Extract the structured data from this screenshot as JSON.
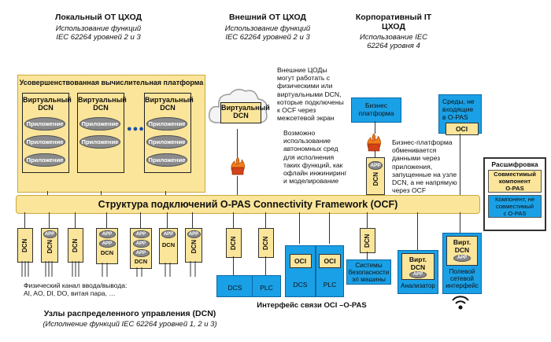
{
  "headers": {
    "local": {
      "title": "Локальный ОТ ЦХОД",
      "sub1": "Использование функций",
      "sub2": "IEC 62264 уровней 2 и 3"
    },
    "external": {
      "title": "Внешний ОТ ЦХОД",
      "sub1": "Использование функций",
      "sub2": "IEC 62264 уровней 2 и 3"
    },
    "corporate": {
      "title1": "Корпоративный IT",
      "title2": "ЦХОД",
      "sub1": "Использование IEC",
      "sub2": "62264 уровня 4"
    }
  },
  "platform": {
    "title": "Усовершенствованная вычислительная платформа",
    "vdcn1": "Виртуальный",
    "vdcn2": "DCN",
    "app": "Приложение",
    "dots": "●●●"
  },
  "cloud": {
    "vdcn1": "Виртуальный",
    "vdcn2": "DCN"
  },
  "notes": {
    "external_dcn": [
      "Внешние ЦОДы",
      "могут работать с",
      "физическими или",
      "виртуальными DCN,",
      "которые подключены",
      "к OCF через",
      "межсетевой экран"
    ],
    "autonomous": [
      "Возможно",
      "использование",
      "автономных сред",
      "для исполнения",
      "таких функций, как",
      "офлайн инжиниринг",
      "и моделирование"
    ],
    "business": [
      "Бизнес-платформа",
      "обменивается",
      "данными через",
      "приложения,",
      "запущенные на узле",
      "DCN, а не напрямую",
      "через OCF"
    ]
  },
  "business_platform": [
    "Бизнес",
    "платформа"
  ],
  "non_opas": {
    "lines": [
      "Среды, не",
      "входящие",
      "в O-PAS"
    ],
    "oci": "OCI"
  },
  "legend": {
    "title": "Расшифровка",
    "compatible": [
      "Совместимый",
      "компонент",
      "O-PAS"
    ],
    "noncompatible": [
      "Компонент, не",
      "совместимый",
      "с O-PAS"
    ]
  },
  "ocf_label": "Структура подключений O-PAS Connectivity Framework (OCF)",
  "dcn": "DCN",
  "app_short": "APP",
  "oci": "OCI",
  "virt": "Вирт.",
  "bottom": {
    "dcs": "DCS",
    "plc": "PLC",
    "safety": [
      "Системы",
      "безопасности",
      "эл машины"
    ],
    "analyzer": "Анализатор",
    "wireless": [
      "Полевой",
      "сетевой",
      "интерфейс"
    ],
    "io_line1": "Физический канал ввода/вывода:",
    "io_line2": "AI, AO, DI, DO, витая пара, …",
    "oci_interface": "Интерфейс связи OCI –O-PAS",
    "dcn_title": "Узлы распределенного управления (DCN)",
    "dcn_sub": "(Исполнение функций IEC 62264 уровней 1, 2 и 3)"
  }
}
